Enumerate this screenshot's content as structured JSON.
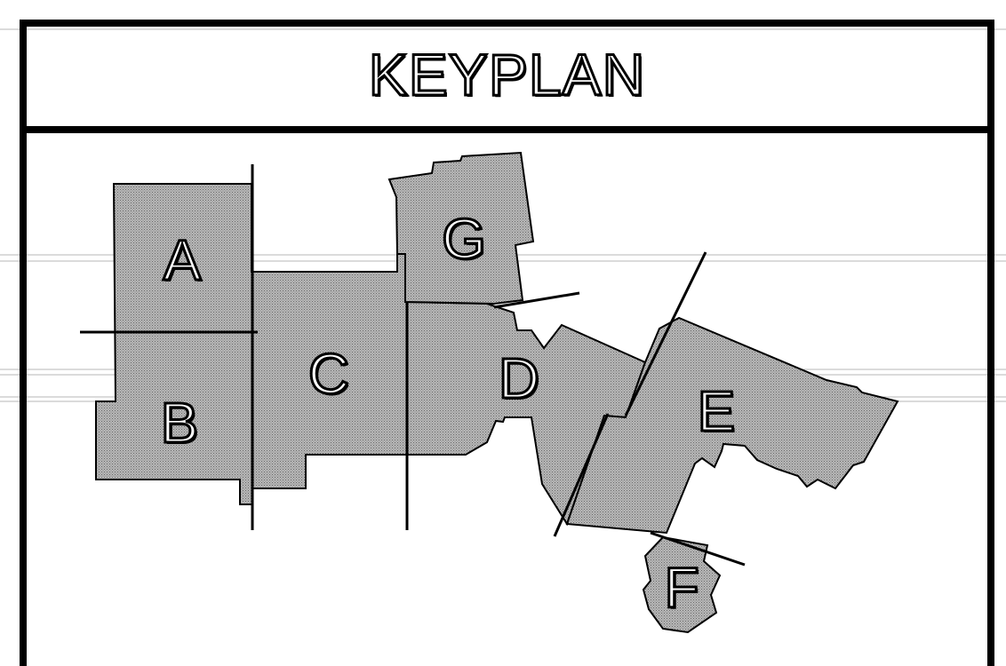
{
  "title": "KEYPLAN",
  "zones": {
    "a": "A",
    "b": "B",
    "c": "C",
    "d": "D",
    "e": "E",
    "f": "F",
    "g": "G"
  },
  "colors": {
    "frame": "#000000",
    "fill": "#a9a9a9",
    "background": "#ffffff"
  }
}
